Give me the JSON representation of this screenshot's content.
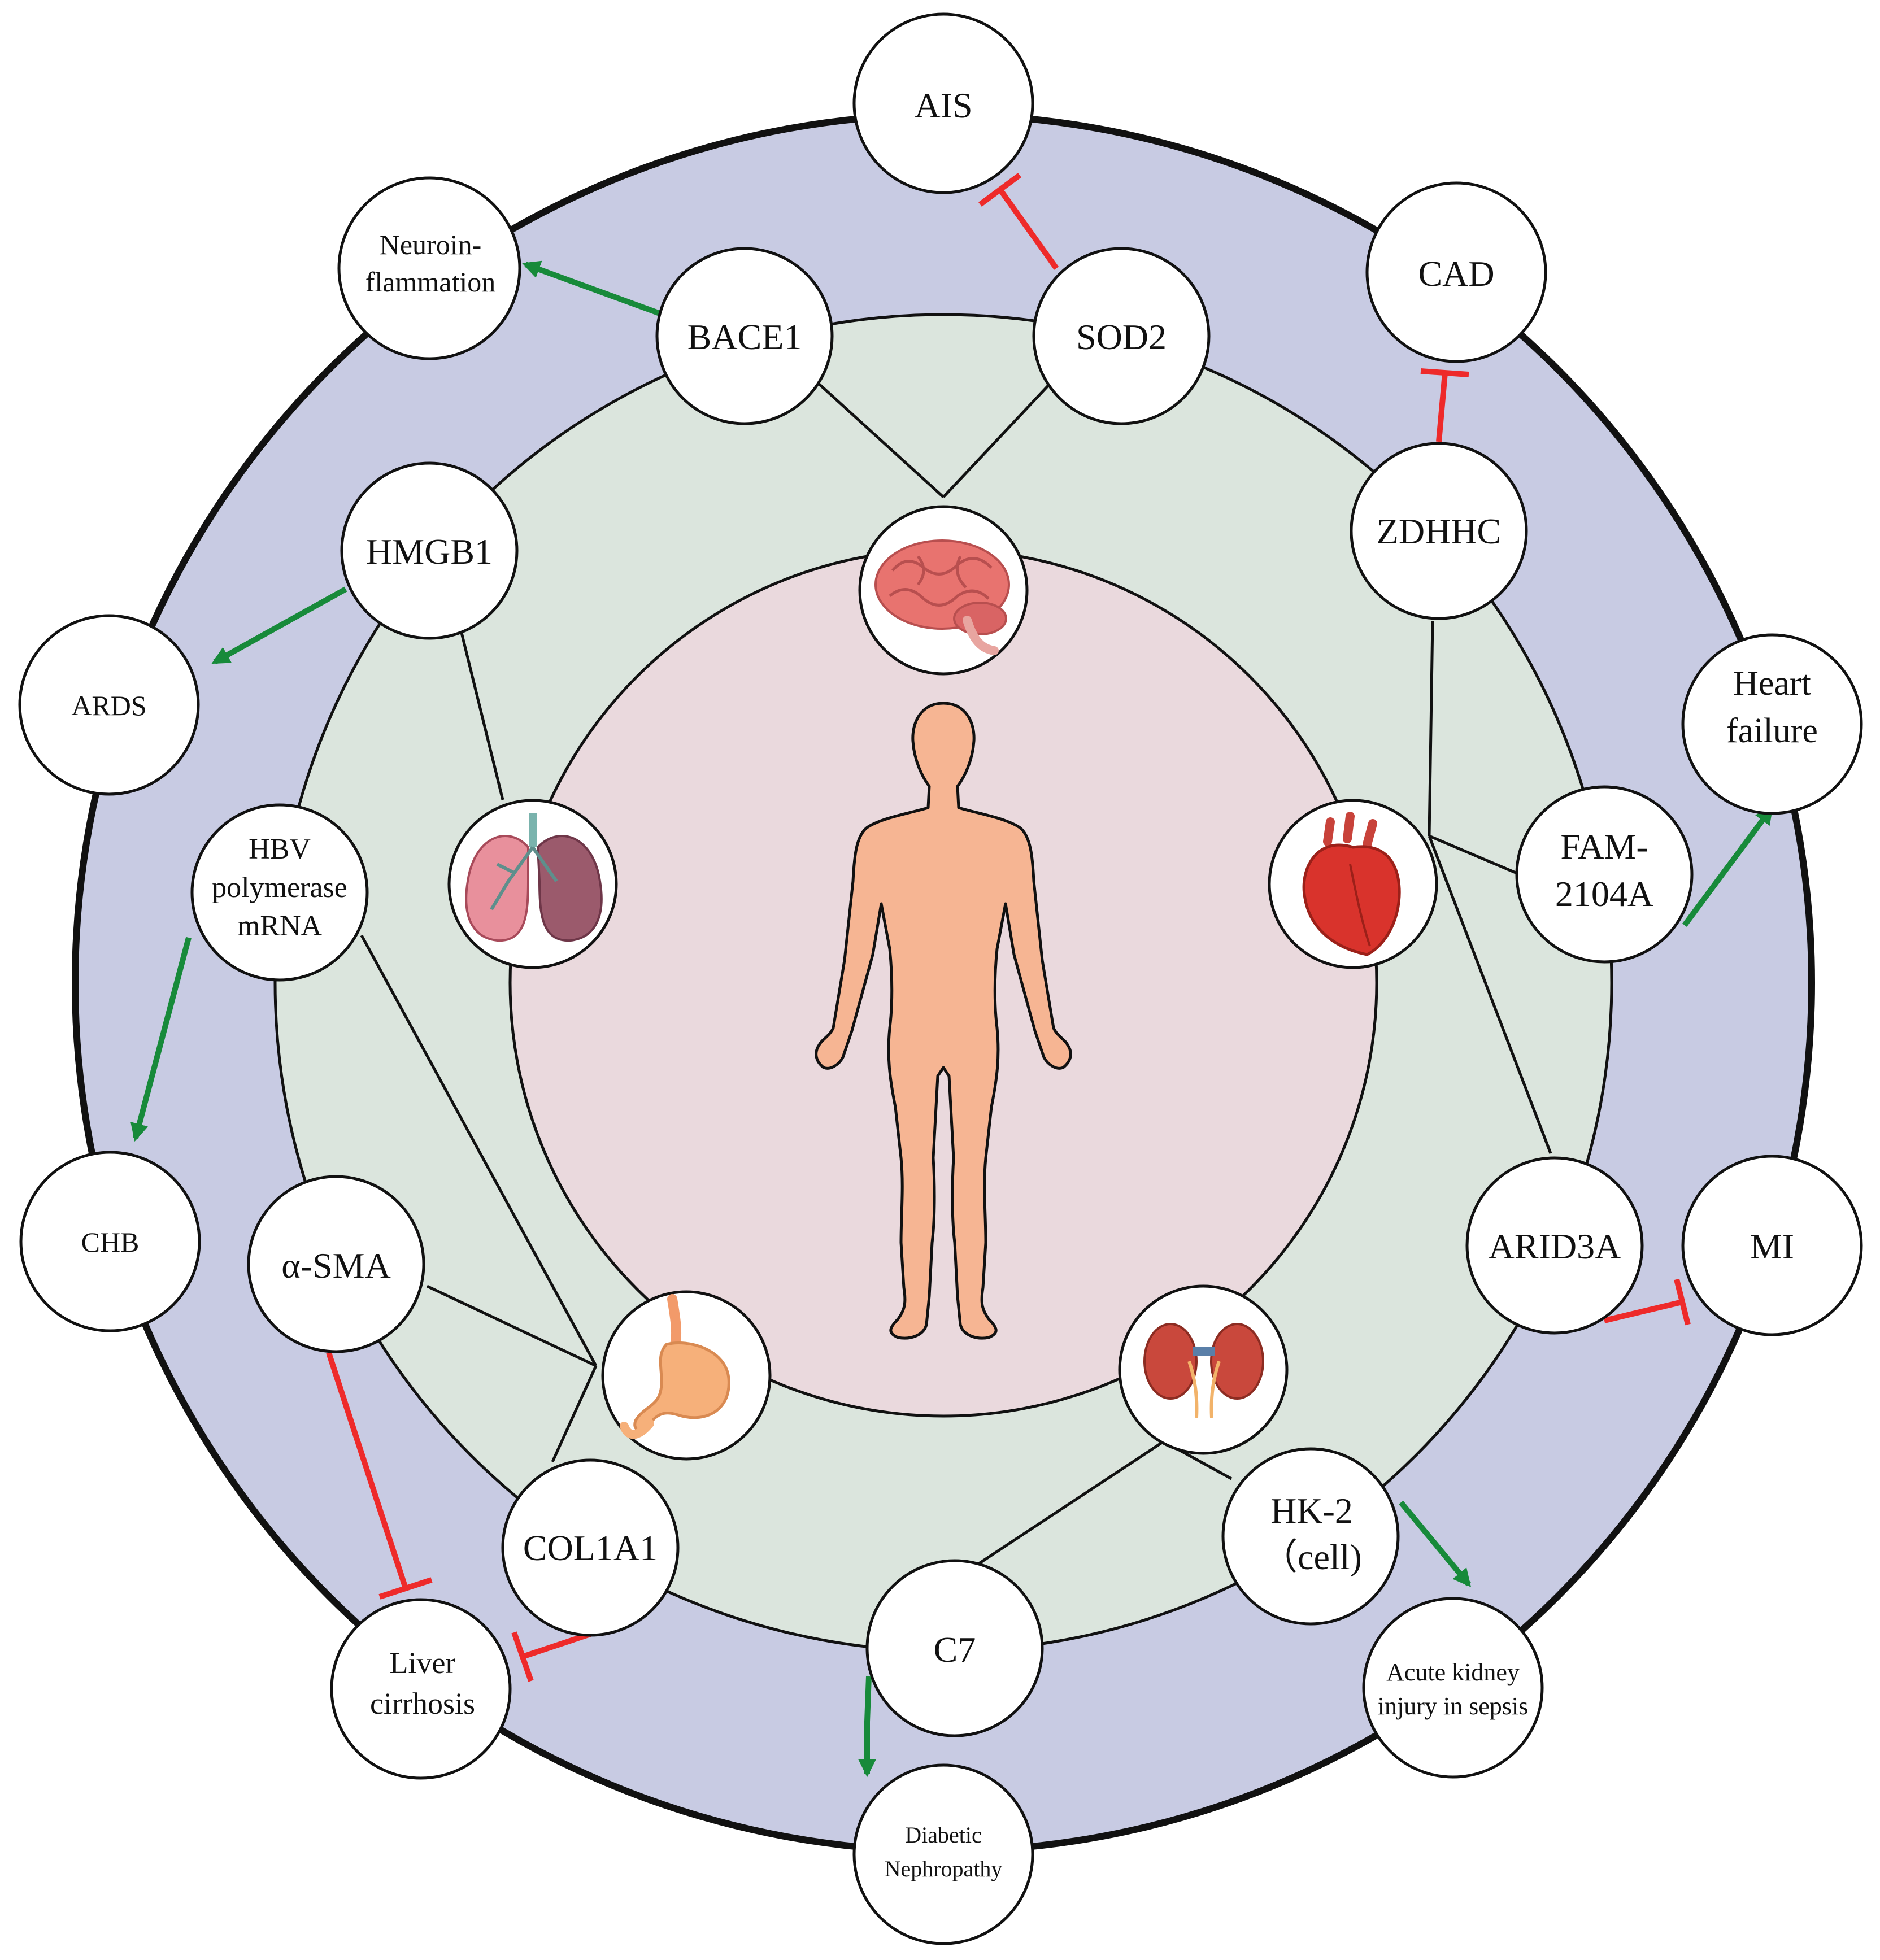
{
  "colors": {
    "outer_ring": "#c8cbe3",
    "middle_ring": "#dbe5dd",
    "inner_disk": "#ead9dd",
    "node_fill": "#ffffff",
    "stroke": "#111111",
    "promote": "#178a3a",
    "inhibit": "#ee2a2a",
    "body": "#f6b593",
    "brain": "#e8736f",
    "lung": "#d66a78",
    "heart": "#d9332c",
    "stomach": "#f6b07a",
    "kidney": "#c9483c"
  },
  "icons": {
    "center": "human-body-icon",
    "organs": [
      "brain-icon",
      "lungs-icon",
      "heart-icon",
      "stomach-icon",
      "kidneys-icon"
    ]
  },
  "genes": {
    "bace1": [
      "BACE1"
    ],
    "sod2": [
      "SOD2"
    ],
    "hmgb1": [
      "HMGB1"
    ],
    "zdhhc": [
      "ZDHHC"
    ],
    "hbv": [
      "HBV",
      "polymerase",
      "mRNA"
    ],
    "fam": [
      "FAM-",
      "2104A"
    ],
    "asma": [
      "α-SMA"
    ],
    "arid3a": [
      "ARID3A"
    ],
    "col1a1": [
      "COL1A1"
    ],
    "hk2": [
      "HK-2",
      "（cell)"
    ],
    "c7": [
      "C7"
    ]
  },
  "diseases": {
    "ais": [
      "AIS"
    ],
    "neuro": [
      "Neuroin-",
      "flammation"
    ],
    "cad": [
      "CAD"
    ],
    "ards": [
      "ARDS"
    ],
    "hf": [
      "Heart",
      "failure"
    ],
    "chb": [
      "CHB"
    ],
    "mi": [
      "MI"
    ],
    "liver": [
      "Liver",
      "cirrhosis"
    ],
    "aki": [
      "Acute kidney",
      "injury in sepsis"
    ],
    "dn": [
      "Diabetic",
      "Nephropathy"
    ]
  },
  "relations": [
    {
      "from": "BACE1",
      "to": "Neuroinflammation",
      "effect": "promote"
    },
    {
      "from": "SOD2",
      "to": "AIS",
      "effect": "inhibit"
    },
    {
      "from": "ZDHHC",
      "to": "CAD",
      "effect": "inhibit"
    },
    {
      "from": "HMGB1",
      "to": "ARDS",
      "effect": "promote"
    },
    {
      "from": "FAM-2104A",
      "to": "Heart failure",
      "effect": "promote"
    },
    {
      "from": "HBV polymerase mRNA",
      "to": "CHB",
      "effect": "promote"
    },
    {
      "from": "ARID3A",
      "to": "MI",
      "effect": "inhibit"
    },
    {
      "from": "α-SMA",
      "to": "Liver cirrhosis",
      "effect": "inhibit"
    },
    {
      "from": "COL1A1",
      "to": "Liver cirrhosis",
      "effect": "inhibit"
    },
    {
      "from": "HK-2 (cell)",
      "to": "Acute kidney injury in sepsis",
      "effect": "promote"
    },
    {
      "from": "C7",
      "to": "Diabetic Nephropathy",
      "effect": "promote"
    }
  ]
}
